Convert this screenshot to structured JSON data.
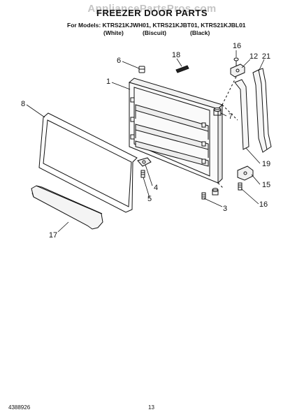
{
  "watermark": "AppliancePartsPros.com",
  "title": "FREEZER DOOR PARTS",
  "models_line": "For Models: KTRS21KJWH01, KTRS21KJBT01, KTRS21KJBL01",
  "colors": [
    "(White)",
    "(Biscuit)",
    "(Black)"
  ],
  "callouts": {
    "c16a": "16",
    "c12": "12",
    "c21": "21",
    "c6": "6",
    "c18": "18",
    "c1": "1",
    "c8": "8",
    "c7": "7",
    "c4": "4",
    "c5": "5",
    "c19": "19",
    "c15": "15",
    "c3": "3",
    "c16b": "16",
    "c17": "17"
  },
  "footer_left": "4388926",
  "footer_page": "13"
}
